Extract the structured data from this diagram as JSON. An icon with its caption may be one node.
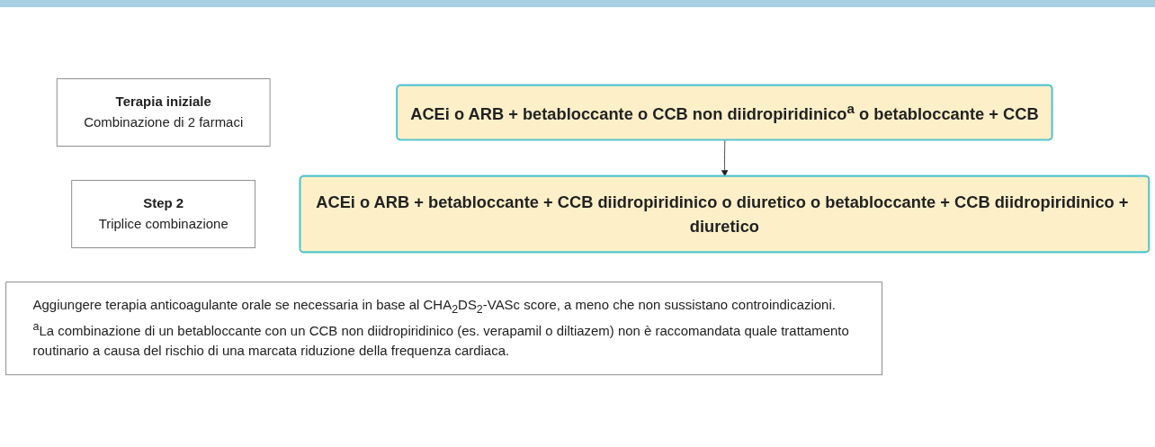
{
  "diagram": {
    "nodes": [
      {
        "text": [
          "Terapia iniziale",
          "Combinazione di 2 farmaci"
        ]
      },
      {
        "text": [
          "ACEi o ARB + betabloccante o CCB non diidropiridinico$^{a}$ o betabloccante + CCB"
        ]
      },
      {
        "text": [
          "Step 2",
          "Triplice combinazione"
        ]
      },
      {
        "text": [
          "ACEi o ARB + betabloccante + CCB diidropiridinico o diuretico o betabloccante + CCB diidropiridinico + diuretico"
        ]
      },
      {
        "text": [
          "Aggiungere terapia anticoagulante orale se necessaria in base al CHA$_{2}$DS$_{2}$-VASc score, a meno che non sussistano controindicazioni.",
          "$^{a}$La combinazione di un betabloccante con un CCB non diidropiridinico (es. verapamil o diltiazem) non è raccomandata quale trattamento routinario a causa del rischio di una marcata riduzione della frequenza cardiaca."
        ]
      }
    ],
    "edges": [
      {
        "from": 1,
        "to": 3,
        "arrow": "to"
      }
    ]
  }
}
